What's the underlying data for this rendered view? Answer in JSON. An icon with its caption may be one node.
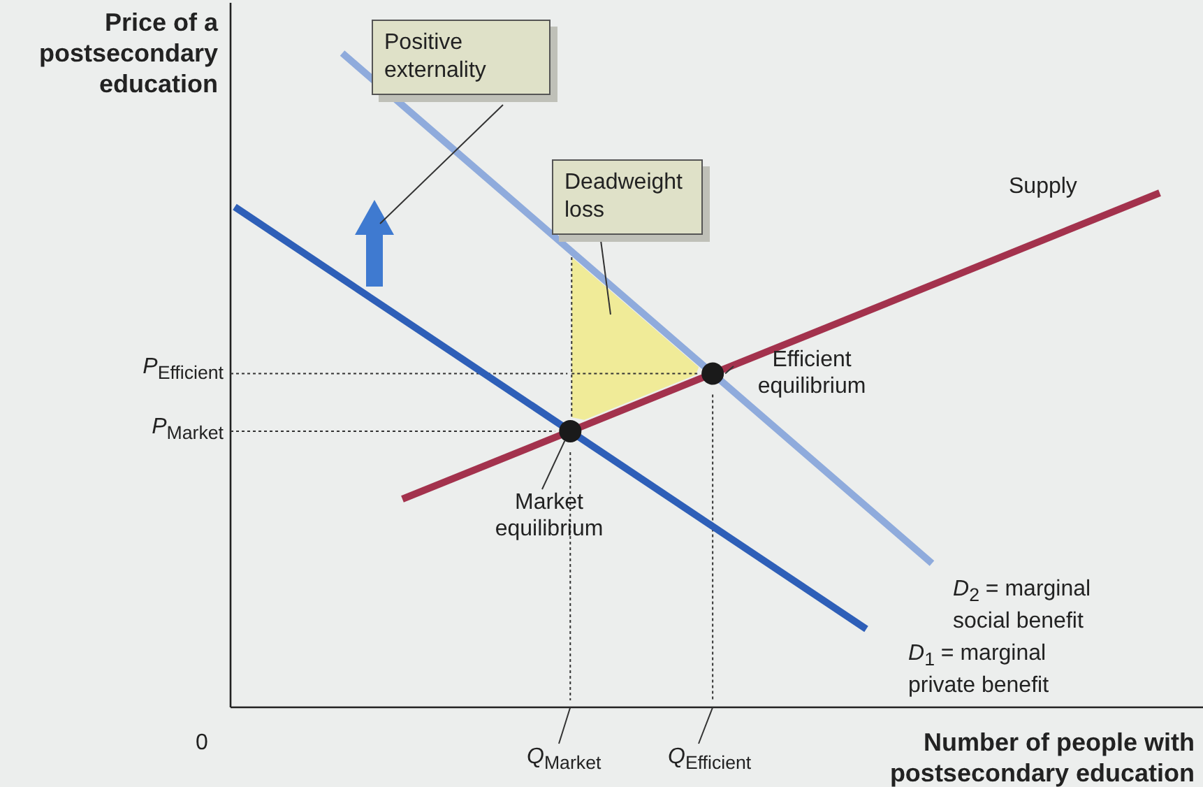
{
  "diagram": {
    "nodes": [
      {
        "text": [
          "Positive externality"
        ]
      },
      {
        "text": [],
        "shape": "arrow"
      },
      {
        "text": [
          "Deadweight loss"
        ]
      },
      {
        "text": [],
        "shape": "triangle"
      },
      {
        "text": [
          "Market equilibrium"
        ]
      },
      {
        "text": [],
        "shape": "circle"
      },
      {
        "text": [
          "Efficient equilibrium"
        ]
      },
      {
        "text": [],
        "shape": "circle"
      },
      {
        "text": [
          "*Q*$_{Market}$"
        ]
      },
      {
        "text": [
          "*Q*$_{Efficient}$"
        ]
      }
    ],
    "edges": [
      {
        "from": 0,
        "to": 1,
        "arrow": "none"
      },
      {
        "from": 2,
        "to": 3,
        "arrow": "none"
      },
      {
        "from": 4,
        "to": 5,
        "arrow": "none"
      },
      {
        "from": 6,
        "to": 7,
        "arrow": "none"
      },
      {
        "from": 8,
        "to": null,
        "arrow": "none"
      },
      {
        "from": 9,
        "to": null,
        "arrow": "none"
      }
    ],
    "labels": [
      "Price of a postsecondary education",
      "*P*$_{Efficient}$",
      "*P*$_{Market}$",
      "Supply",
      "*D*$_{2}$ = marginal social benefit",
      "*D*$_{1}$ = marginal private benefit",
      "0",
      "Number of people with postsecondary education"
    ]
  }
}
